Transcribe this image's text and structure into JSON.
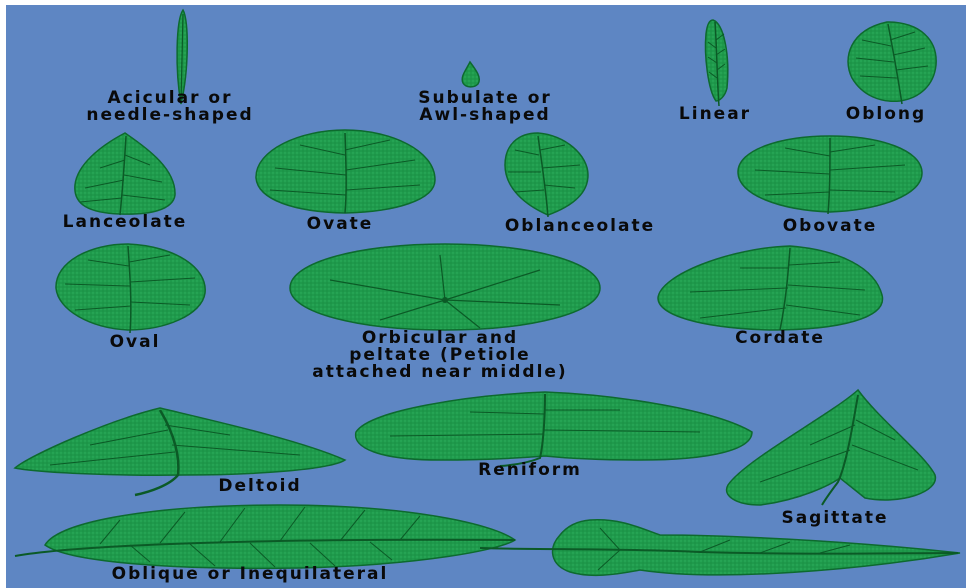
{
  "colors": {
    "background": "#5e86c3",
    "leaf_fill": "#1f9a4c",
    "leaf_edge": "#0d6a2e",
    "vein": "#0b5a26",
    "label": "#0a0a0a"
  },
  "leaf_shapes": [
    {
      "id": "acicular",
      "label_lines": [
        "Acicular or",
        "needle-shaped"
      ]
    },
    {
      "id": "subulate",
      "label_lines": [
        "Subulate or",
        "Awl-shaped"
      ]
    },
    {
      "id": "linear",
      "label_lines": [
        "Linear"
      ]
    },
    {
      "id": "oblong",
      "label_lines": [
        "Oblong"
      ]
    },
    {
      "id": "lanceolate",
      "label_lines": [
        "Lanceolate"
      ]
    },
    {
      "id": "ovate",
      "label_lines": [
        "Ovate"
      ]
    },
    {
      "id": "oblanceolate",
      "label_lines": [
        "Oblanceolate"
      ]
    },
    {
      "id": "obovate",
      "label_lines": [
        "Obovate"
      ]
    },
    {
      "id": "oval",
      "label_lines": [
        "Oval"
      ]
    },
    {
      "id": "orbicular",
      "label_lines": [
        "Orbicular and",
        "peltate (Petiole",
        "attached near middle)"
      ]
    },
    {
      "id": "cordate",
      "label_lines": [
        "Cordate"
      ]
    },
    {
      "id": "deltoid",
      "label_lines": [
        "Deltoid"
      ]
    },
    {
      "id": "reniform",
      "label_lines": [
        "Reniform"
      ]
    },
    {
      "id": "sagittate",
      "label_lines": [
        "Sagittate"
      ]
    },
    {
      "id": "oblique",
      "label_lines": [
        "Oblique or Inequilateral"
      ]
    }
  ]
}
